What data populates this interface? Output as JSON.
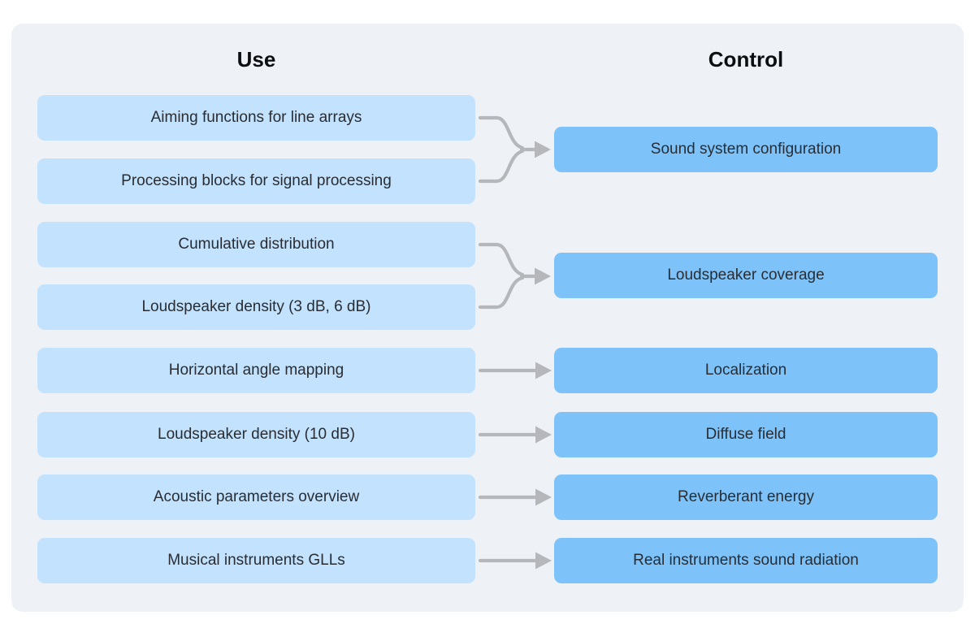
{
  "headers": {
    "use": "Use",
    "control": "Control"
  },
  "colors": {
    "panel_background": "#eef2f7",
    "use_box": "#c2e2fd",
    "control_box": "#7dc3fa",
    "arrow": "#b5b7bb",
    "box_text": "#292d33",
    "header_text": "#0c0e10"
  },
  "mappings": [
    {
      "uses": [
        "Aiming functions for line arrays",
        "Processing blocks for signal processing"
      ],
      "control": "Sound system configuration",
      "arrow": "merge"
    },
    {
      "uses": [
        "Cumulative distribution",
        "Loudspeaker density (3 dB, 6 dB)"
      ],
      "control": "Loudspeaker coverage",
      "arrow": "merge"
    },
    {
      "uses": [
        "Horizontal angle mapping"
      ],
      "control": "Localization",
      "arrow": "straight"
    },
    {
      "uses": [
        "Loudspeaker density (10 dB)"
      ],
      "control": "Diffuse field",
      "arrow": "straight"
    },
    {
      "uses": [
        "Acoustic parameters overview"
      ],
      "control": "Reverberant energy",
      "arrow": "straight"
    },
    {
      "uses": [
        "Musical instruments GLLs"
      ],
      "control": "Real instruments sound radiation",
      "arrow": "straight"
    }
  ]
}
